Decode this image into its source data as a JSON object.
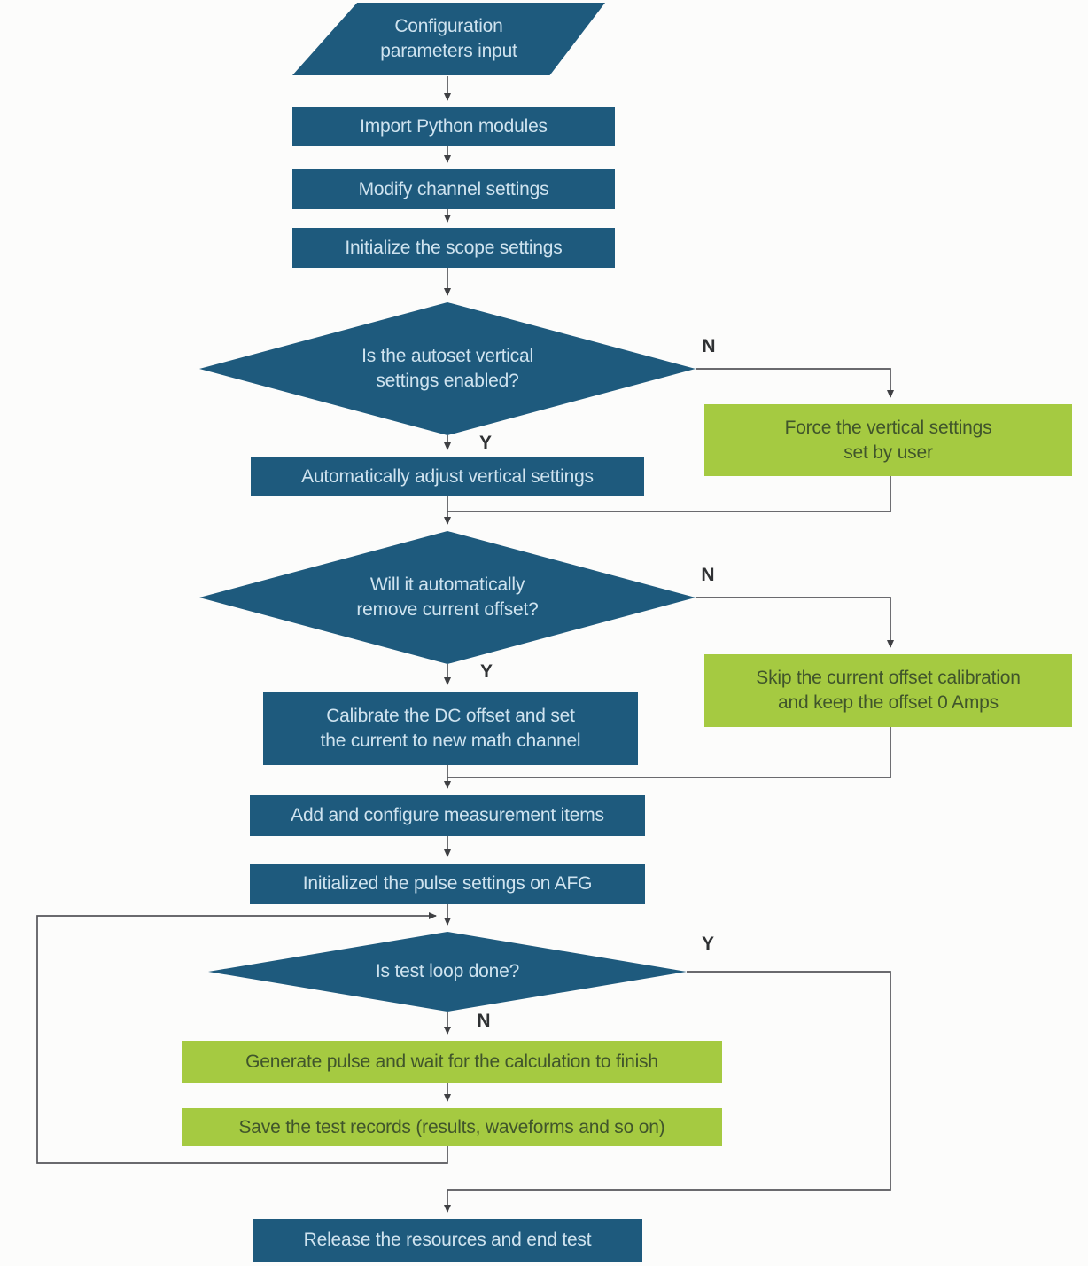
{
  "colors": {
    "node_blue": "#1e5a7d",
    "node_green": "#a5ca41",
    "text_on_blue": "#cfe3ef",
    "text_on_green": "#40552b",
    "line_color": "#55565a",
    "arrow_color": "#3f4043",
    "label_color": "#2f3133",
    "background": "#fcfcfb"
  },
  "nodes": {
    "config_input": {
      "shape": "parallelogram",
      "label": "Configuration\nparameters input"
    },
    "import_modules": {
      "shape": "rect",
      "label": "Import Python modules"
    },
    "modify_channel": {
      "shape": "rect",
      "label": "Modify channel settings"
    },
    "init_scope": {
      "shape": "rect",
      "label": "Initialize the scope settings"
    },
    "autoset_decision": {
      "shape": "diamond",
      "label": "Is the autoset vertical\nsettings enabled?"
    },
    "auto_adjust": {
      "shape": "rect",
      "label": "Automatically adjust vertical settings"
    },
    "force_vertical": {
      "shape": "rect",
      "label": "Force the vertical settings\nset by user"
    },
    "offset_decision": {
      "shape": "diamond",
      "label": "Will it automatically\nremove current offset?"
    },
    "calibrate_dc": {
      "shape": "rect",
      "label": "Calibrate the DC offset and set\nthe current to new math channel"
    },
    "skip_calibration": {
      "shape": "rect",
      "label": "Skip the current offset calibration\nand keep the offset 0 Amps"
    },
    "add_measurements": {
      "shape": "rect",
      "label": "Add and configure measurement items"
    },
    "init_pulse_afg": {
      "shape": "rect",
      "label": "Initialized the pulse settings on AFG"
    },
    "loop_decision": {
      "shape": "diamond",
      "label": "Is test loop done?"
    },
    "generate_pulse": {
      "shape": "rect",
      "label": "Generate pulse and wait for the calculation to finish"
    },
    "save_records": {
      "shape": "rect",
      "label": "Save the test records (results, waveforms and so on)"
    },
    "release_resources": {
      "shape": "rect",
      "label": "Release the resources and end test"
    }
  },
  "branch_labels": {
    "d1_yes": "Y",
    "d1_no": "N",
    "d2_yes": "Y",
    "d2_no": "N",
    "d3_yes": "Y",
    "d3_no": "N"
  },
  "edges": [
    {
      "from": "config_input",
      "to": "import_modules"
    },
    {
      "from": "import_modules",
      "to": "modify_channel"
    },
    {
      "from": "modify_channel",
      "to": "init_scope"
    },
    {
      "from": "init_scope",
      "to": "autoset_decision"
    },
    {
      "from": "autoset_decision",
      "to": "auto_adjust",
      "label": "Y"
    },
    {
      "from": "autoset_decision",
      "to": "force_vertical",
      "label": "N"
    },
    {
      "from": "auto_adjust",
      "to": "offset_decision"
    },
    {
      "from": "force_vertical",
      "to": "offset_decision"
    },
    {
      "from": "offset_decision",
      "to": "calibrate_dc",
      "label": "Y"
    },
    {
      "from": "offset_decision",
      "to": "skip_calibration",
      "label": "N"
    },
    {
      "from": "calibrate_dc",
      "to": "add_measurements"
    },
    {
      "from": "skip_calibration",
      "to": "add_measurements"
    },
    {
      "from": "add_measurements",
      "to": "init_pulse_afg"
    },
    {
      "from": "init_pulse_afg",
      "to": "loop_decision"
    },
    {
      "from": "loop_decision",
      "to": "generate_pulse",
      "label": "N"
    },
    {
      "from": "loop_decision",
      "to": "release_resources",
      "label": "Y"
    },
    {
      "from": "generate_pulse",
      "to": "save_records"
    },
    {
      "from": "save_records",
      "to": "loop_decision"
    }
  ]
}
